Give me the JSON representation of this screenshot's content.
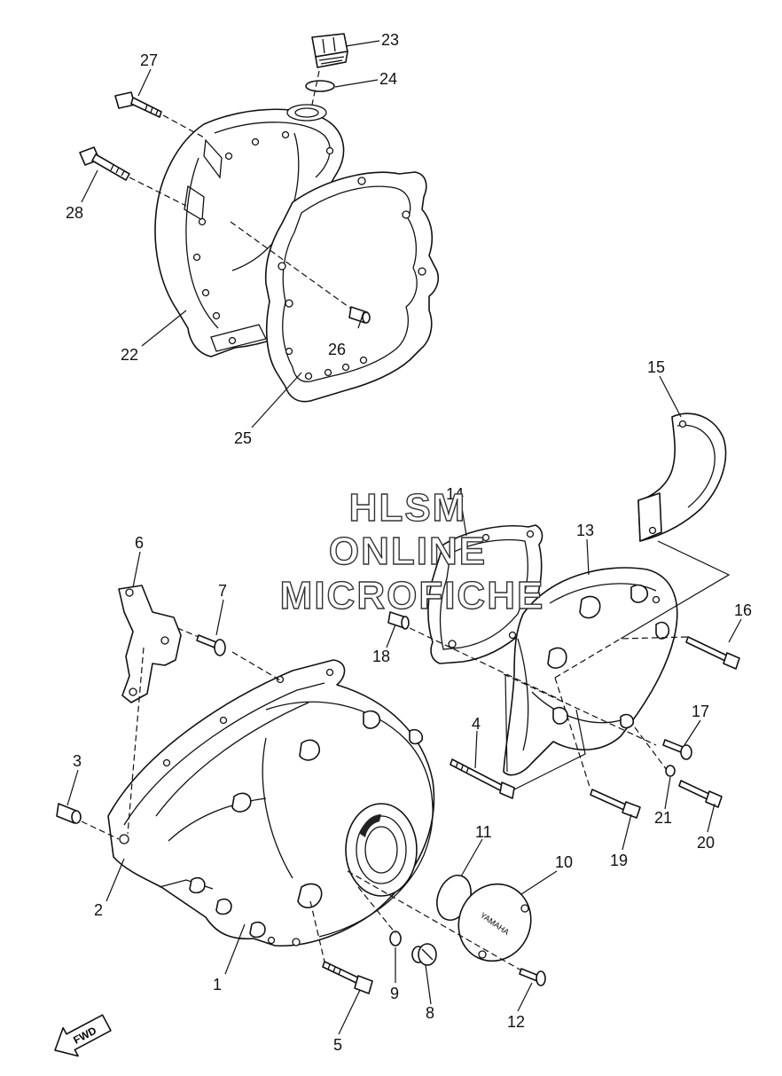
{
  "diagram": {
    "watermark_lines": [
      "HLSM",
      "ONLINE",
      "MICROFICHE"
    ],
    "direction_label": "FWD",
    "cover_text": "YAMAHA",
    "callouts": [
      "1",
      "2",
      "3",
      "4",
      "5",
      "6",
      "7",
      "8",
      "9",
      "10",
      "11",
      "12",
      "13",
      "14",
      "15",
      "16",
      "17",
      "18",
      "19",
      "20",
      "21",
      "22",
      "23",
      "24",
      "25",
      "26",
      "27",
      "28"
    ]
  }
}
